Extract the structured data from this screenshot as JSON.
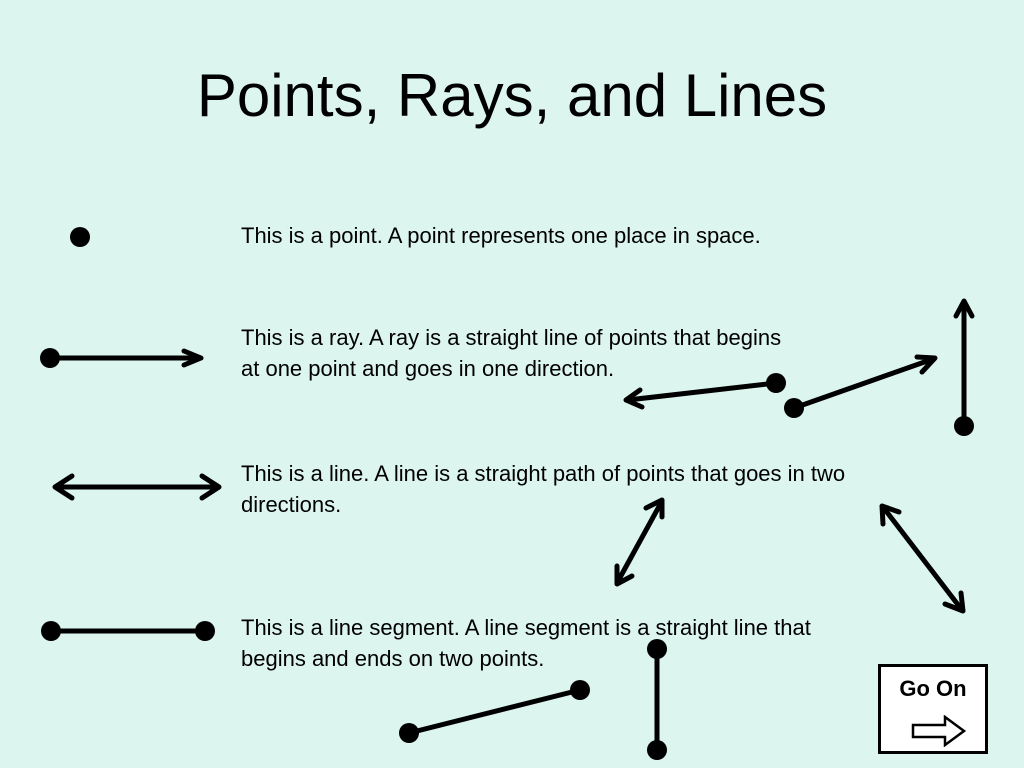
{
  "title": "Points, Rays, and Lines",
  "descriptions": {
    "point": [
      "This is a point.  A point represents one place in space."
    ],
    "ray": [
      "This is a ray.   A ray is a straight line of points that begins",
      "at one point and goes in one direction."
    ],
    "line": [
      "This is a line.   A line is a straight path of points that goes in two",
      "directions."
    ],
    "segment": [
      "This is a line segment.   A line segment is a straight line that",
      "begins and ends on two points."
    ]
  },
  "go_on_button": {
    "label": "Go On",
    "icon": "right-arrow-icon"
  },
  "colors": {
    "background": "#dcf5ef",
    "ink": "#000000",
    "button_fill": "#ffffff"
  }
}
